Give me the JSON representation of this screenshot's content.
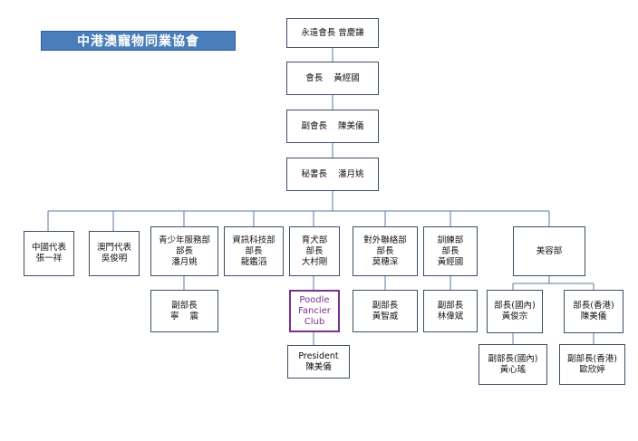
{
  "title": "中港澳寵物同業協會",
  "colors": {
    "banner": "#4a7ebb",
    "line": "#5b7aa8",
    "box_border": "#3d4f66",
    "club_border": "#7b2f8f"
  },
  "boxes": {
    "honorary_president": [
      "永遠會長 曾慶謙"
    ],
    "president": [
      "會長    黃經國"
    ],
    "vice_president": [
      "副會長    陳美儀"
    ],
    "secretary": [
      "秘書長    潘月姚"
    ],
    "china_rep": [
      "中國代表",
      "張一祥"
    ],
    "macau_rep": [
      "澳門代表",
      "吳俊明"
    ],
    "youth_dept": [
      "青少年服務部",
      "部長",
      "潘月姚"
    ],
    "youth_deputy": [
      "副部長",
      "寧    震"
    ],
    "it_dept": [
      "資訊科技部",
      "部長",
      "龍鑑滔"
    ],
    "breeding_dept": [
      "育犬部",
      "部長",
      "大村剛"
    ],
    "poodle_club": [
      "Poodle",
      "Fancier",
      "Club"
    ],
    "poodle_president": [
      "President",
      "陳美儀"
    ],
    "external_dept": [
      "對外聯絡部",
      "部長",
      "莫穗深"
    ],
    "external_deputy": [
      "副部長",
      "黃智威"
    ],
    "training_dept": [
      "訓練部",
      "部長",
      "黃經國"
    ],
    "training_deputy": [
      "副部長",
      "林偉斌"
    ],
    "grooming_dept": [
      "美容部"
    ],
    "grooming_mainland_head": [
      "部長(國內)",
      "黃俊宗"
    ],
    "grooming_mainland_deputy": [
      "副部長(國內)",
      "黃心瑤"
    ],
    "grooming_hk_head": [
      "部長(香港)",
      "陳美儀"
    ],
    "grooming_hk_deputy": [
      "副部長(香港)",
      "歐欣婷"
    ]
  }
}
